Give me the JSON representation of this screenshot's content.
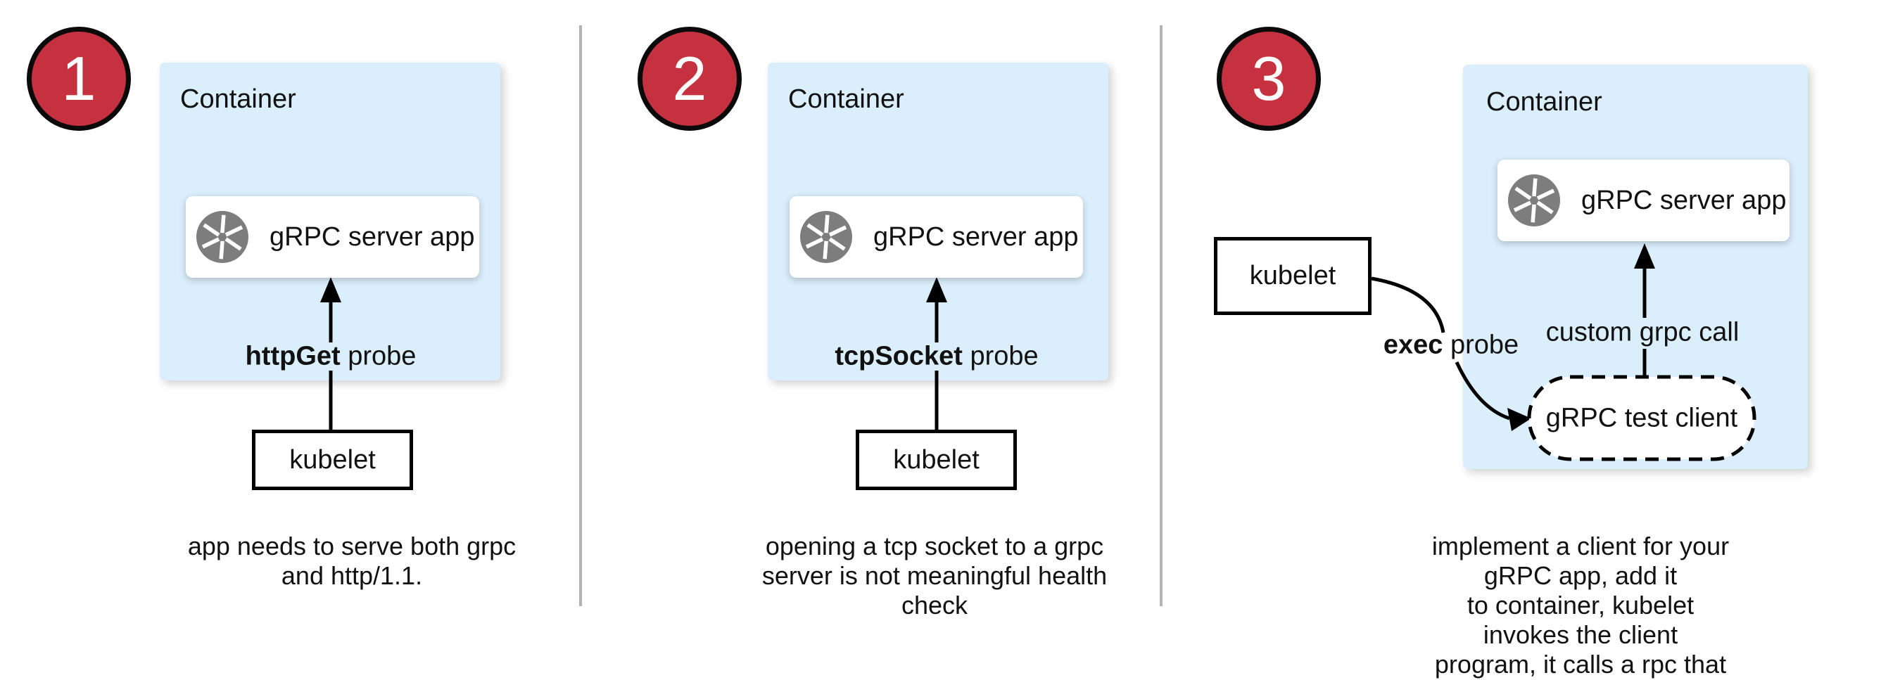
{
  "colors": {
    "container_fill": "#daeefb",
    "badge_fill": "#c5313e",
    "badge_border": "#0a0a0a",
    "icon_gray": "#7d7d7d",
    "divider": "#b3b3b3",
    "line": "#000000"
  },
  "panels": [
    {
      "number": "1",
      "container_label": "Container",
      "app_label": "gRPC server app",
      "app_icon": "aperture-icon",
      "probe_bold": "httpGet",
      "probe_rest": " probe",
      "kubelet_label": "kubelet",
      "caption_lines": [
        "app needs to serve both grpc",
        "and http/1.1."
      ]
    },
    {
      "number": "2",
      "container_label": "Container",
      "app_label": "gRPC server app",
      "app_icon": "aperture-icon",
      "probe_bold": "tcpSocket",
      "probe_rest": " probe",
      "kubelet_label": "kubelet",
      "caption_lines": [
        "opening a tcp socket to a grpc",
        "server is not meaningful health",
        "check"
      ]
    },
    {
      "number": "3",
      "container_label": "Container",
      "app_label": "gRPC server app",
      "app_icon": "aperture-icon",
      "probe_bold": "exec",
      "probe_rest": " probe",
      "kubelet_label": "kubelet",
      "arrow_label": "custom grpc call",
      "test_client_label": "gRPC test client",
      "caption_lines": [
        "implement a client for your gRPC app, add it",
        "to container, kubelet invokes the client",
        "program, it calls a rpc that you implement"
      ]
    }
  ]
}
